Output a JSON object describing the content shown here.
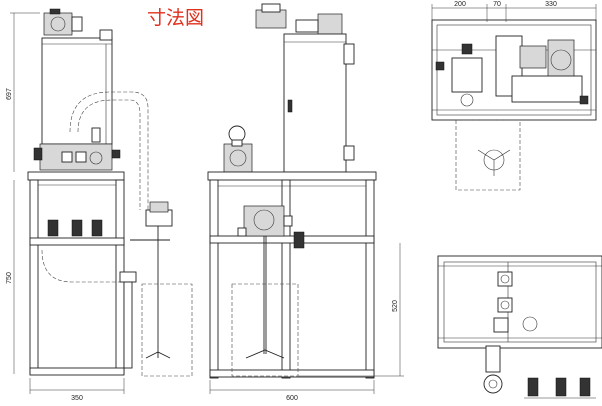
{
  "title": "寸法図",
  "dimensions": {
    "front_height_total": "697",
    "front_height_frame": "750",
    "front_width": "350",
    "side_width": "600",
    "side_tank_depth": "520",
    "top_seg_a": "200",
    "top_seg_b": "70",
    "top_seg_c": "330"
  },
  "colors": {
    "title": "#e0301e",
    "lines": "#222222"
  }
}
